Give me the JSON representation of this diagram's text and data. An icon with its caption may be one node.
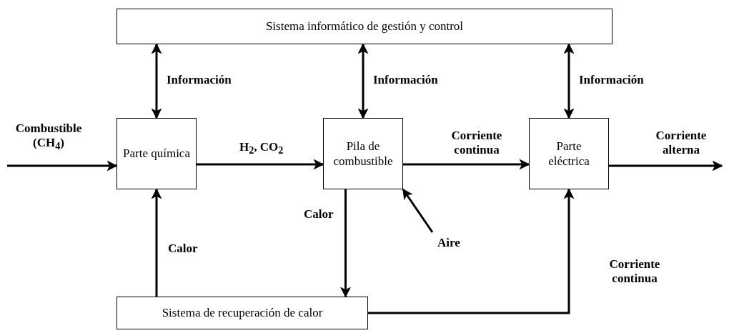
{
  "diagram": {
    "nodes": [
      {
        "text": [
          "Sistema informático de gestión y control"
        ]
      },
      {
        "text": [
          "Parte química"
        ]
      },
      {
        "text": [
          "Pila de combustible"
        ]
      },
      {
        "text": [
          "Parte eléctrica"
        ]
      },
      {
        "text": [
          "Sistema de recuperación de calor"
        ]
      }
    ],
    "edges": [
      {
        "from": 0,
        "to": 1,
        "arrow": "both",
        "label": "Información"
      },
      {
        "from": 0,
        "to": 2,
        "arrow": "both",
        "label": "Información"
      },
      {
        "from": 0,
        "to": 3,
        "arrow": "both",
        "label": "Información"
      },
      {
        "from": null,
        "to": 1,
        "arrow": "to",
        "label": "Combustible (CH$_{4}$)"
      },
      {
        "from": 1,
        "to": 2,
        "arrow": "to",
        "label": "H$_{2}$, CO$_{2}$"
      },
      {
        "from": 2,
        "to": 3,
        "arrow": "to",
        "label": "Corriente continua"
      },
      {
        "from": 3,
        "to": null,
        "arrow": "to",
        "label": "Corriente alterna"
      },
      {
        "from": 4,
        "to": 1,
        "arrow": "to",
        "label": "Calor"
      },
      {
        "from": 2,
        "to": 4,
        "arrow": "to",
        "label": "Calor"
      },
      {
        "from": null,
        "to": 2,
        "arrow": "to",
        "label": "Aire"
      },
      {
        "from": 4,
        "to": 3,
        "arrow": "to",
        "label": "Corriente continua"
      }
    ]
  }
}
